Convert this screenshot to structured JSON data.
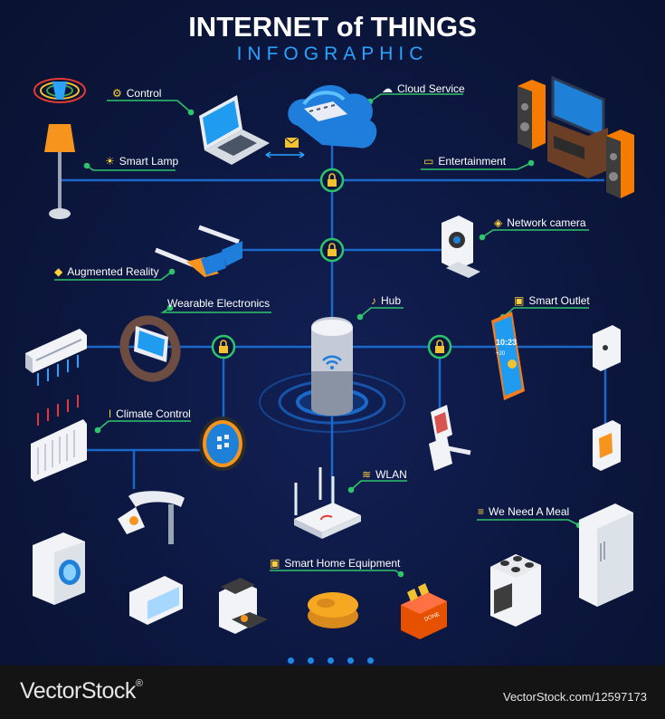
{
  "header": {
    "title": "INTERNET of THINGS",
    "subtitle": "INFOGRAPHIC"
  },
  "labels": {
    "control": "Control",
    "cloud_service": "Cloud Service",
    "smart_lamp": "Smart Lamp",
    "entertainment": "Entertainment",
    "network_camera": "Network camera",
    "augmented_reality": "Augmented Reality",
    "wearable_electronics": "Wearable Electronics",
    "hub": "Hub",
    "smart_outlet": "Smart Outlet",
    "climate_control": "Climate Control",
    "wlan": "WLAN",
    "we_need_a_meal": "We Need A Meal",
    "smart_home_equipment": "Smart Home Equipment"
  },
  "devices": {
    "phone_time": "10:23",
    "phone_temp": "+20",
    "toaster_text": "DONE"
  },
  "footer": {
    "brand": "VectorStock",
    "url": "VectorStock.com/12597173"
  },
  "colors": {
    "background": "#0c173f",
    "line": "#1a68c9",
    "accent": "#29a3ff",
    "lock_ring": "#2ec46b",
    "label_line": "#2ec46b",
    "lamp": "#f7941d"
  },
  "icons": [
    "gear-icon",
    "cloud-icon",
    "sun-icon",
    "monitor-icon",
    "shield-icon",
    "cube-icon",
    "microphone-icon",
    "outlet-icon",
    "thermometer-icon",
    "wifi-icon",
    "burger-icon",
    "box-icon",
    "lock-icon"
  ]
}
